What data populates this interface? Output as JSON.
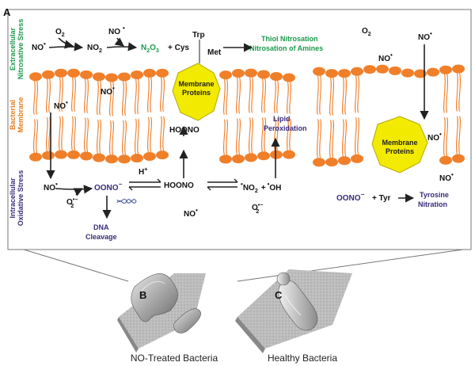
{
  "panel_labels": {
    "a": "A",
    "b": "B",
    "c": "C"
  },
  "side_labels": {
    "extracellular": [
      "Extracellular",
      "Nitrosative Stress"
    ],
    "membrane": [
      "Bacterial",
      "Membrane"
    ],
    "intracellular": [
      "Intracellular",
      "Oxidative Stress"
    ]
  },
  "species": {
    "o2_top": "O",
    "o2_top_sub": "2",
    "no_left": "NO",
    "no2_top": "NO",
    "no2_top_sub": "2",
    "no_top_mid": "NO",
    "n2o3": "N",
    "n2o3_sub1": "2",
    "n2o3_mid": "O",
    "n2o3_sub2": "3",
    "plus_cys": "+ Cys",
    "trp": "Trp",
    "met": "Met",
    "thiol_line1": "Thiol Nitrosation",
    "thiol_line2": "Nitrosation of Amines",
    "o2_right": "O",
    "o2_right_sub": "2",
    "no_right_top": "NO",
    "no_right_mid": "NO",
    "no_in_membrane_left": "NO",
    "no_in_membrane_mid": "NO",
    "hoono_upper": "HOONO",
    "lipid_line1": "Lipid",
    "lipid_line2": "Peroxidation",
    "no_intra": "NO",
    "oono_intra": "OONO",
    "h_plus": "H",
    "hoono_lower": "HOONO",
    "no2_oh": "NO",
    "no2_oh_sub": "2",
    "plus_oh": "+",
    "oh": "OH",
    "o2_minus_left": "O",
    "o2_minus_right": "O",
    "dna_line1": "DNA",
    "dna_line2": "Cleavage",
    "no_bottom_mid": "NO",
    "no_right_lower": "NO",
    "no_right_bottom": "NO",
    "oono_right": "OONO",
    "plus_tyr": "+   Tyr",
    "tyrosine_line1": "Tyrosine",
    "tyrosine_line2": "Nitration"
  },
  "membrane_proteins": {
    "line1": "Membrane",
    "line2": "Proteins"
  },
  "captions": {
    "left": "NO-Treated Bacteria",
    "right": "Healthy Bacteria"
  },
  "colors": {
    "lipid": "#f07f2a",
    "protein": "#f2ea00",
    "green_text": "#1a9a4a",
    "purple_text": "#3a2a7a",
    "orange_text": "#e67c1f",
    "arrow": "#222222",
    "panel_border": "#777777"
  }
}
